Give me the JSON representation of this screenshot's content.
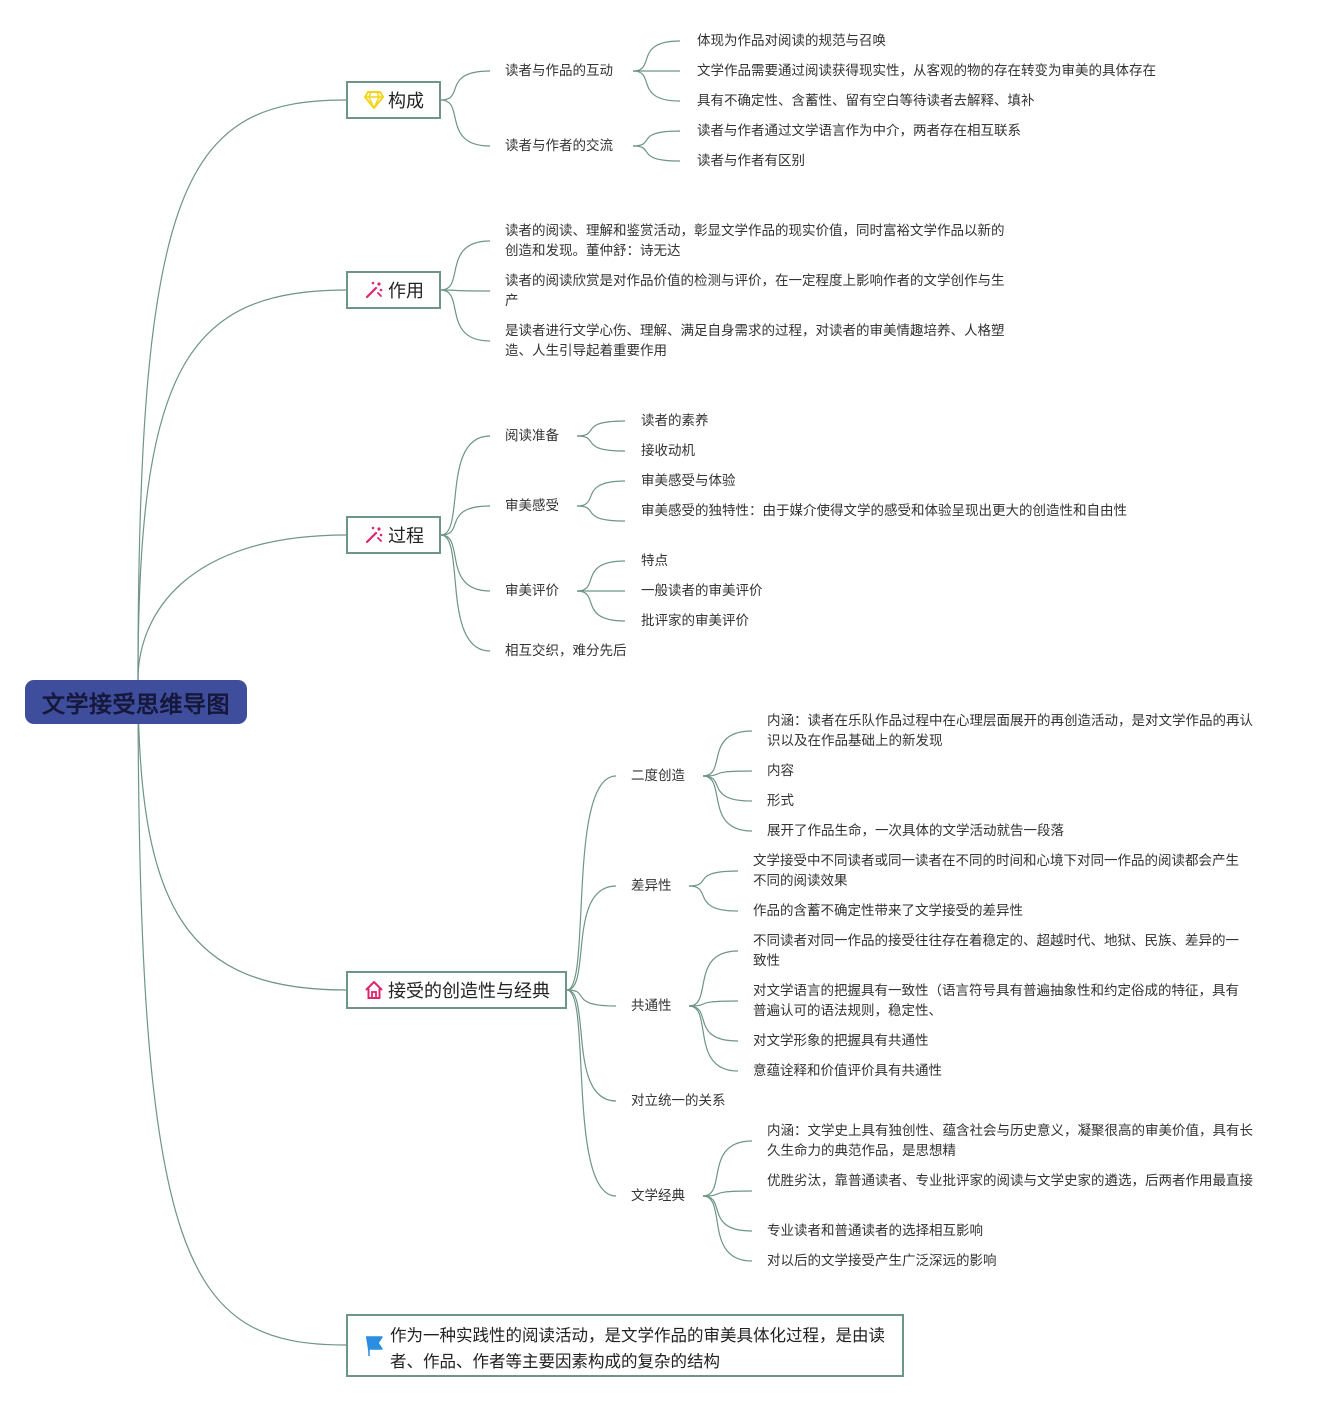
{
  "root": {
    "title": "文学接受思维导图"
  },
  "branches": {
    "goucheng": {
      "label": "构成",
      "icon": "diamond-icon",
      "children": {
        "hudong": {
          "label": "读者与作品的互动",
          "items": [
            "体现为作品对阅读的规范与召唤",
            "文学作品需要通过阅读获得现实性，从客观的物的存在转变为审美的具体存在",
            "具有不确定性、含蓄性、留有空白等待读者去解释、填补"
          ]
        },
        "jiaoliu": {
          "label": "读者与作者的交流",
          "items": [
            "读者与作者通过文学语言作为中介，两者存在相互联系",
            "读者与作者有区别"
          ]
        }
      }
    },
    "zuoyong": {
      "label": "作用",
      "icon": "magic-wand-icon",
      "items": [
        "读者的阅读、理解和鉴赏活动，彰显文学作品的现实价值，同时富裕文学作品以新的创造和发现。董仲舒：诗无达",
        "读者的阅读欣赏是对作品价值的检测与评价，在一定程度上影响作者的文学创作与生产",
        "是读者进行文学心伤、理解、满足自身需求的过程，对读者的审美情趣培养、人格塑造、人生引导起着重要作用"
      ]
    },
    "guocheng": {
      "label": "过程",
      "icon": "magic-wand-icon",
      "children": {
        "zhunbei": {
          "label": "阅读准备",
          "items": [
            "读者的素养",
            "接收动机"
          ]
        },
        "ganshou": {
          "label": "审美感受",
          "items": [
            "审美感受与体验",
            "审美感受的独特性：由于媒介使得文学的感受和体验呈现出更大的创造性和自由性"
          ]
        },
        "pingjia": {
          "label": "审美评价",
          "items": [
            "特点",
            "一般读者的审美评价",
            "批评家的审美评价"
          ]
        },
        "jiaozhi": {
          "label": "相互交织，难分先后"
        }
      }
    },
    "chuangzao": {
      "label": "接受的创造性与经典",
      "icon": "house-icon",
      "children": {
        "erdu": {
          "label": "二度创造",
          "items": [
            "内涵：读者在乐队作品过程中在心理层面展开的再创造活动，是对文学作品的再认识以及在作品基础上的新发现",
            "内容",
            "形式",
            "展开了作品生命，一次具体的文学活动就告一段落"
          ]
        },
        "chayi": {
          "label": "差异性",
          "items": [
            "文学接受中不同读者或同一读者在不同的时间和心境下对同一作品的阅读都会产生不同的阅读效果",
            "作品的含蓄不确定性带来了文学接受的差异性"
          ]
        },
        "gongtong": {
          "label": "共通性",
          "items": [
            "不同读者对同一作品的接受往往存在着稳定的、超越时代、地狱、民族、差异的一致性",
            "对文学语言的把握具有一致性（语言符号具有普遍抽象性和约定俗成的特征，具有普遍认可的语法规则，稳定性、",
            "对文学形象的把握具有共通性",
            "意蕴诠释和价值评价具有共通性"
          ]
        },
        "duili": {
          "label": "对立统一的关系"
        },
        "jingdian": {
          "label": "文学经典",
          "items": [
            "内涵：文学史上具有独创性、蕴含社会与历史意义，凝聚很高的审美价值，具有长久生命力的典范作品，是思想精",
            "优胜劣汰，靠普通读者、专业批评家的阅读与文学史家的遴选，后两者作用最直接",
            "专业读者和普通读者的选择相互影响",
            "对以后的文学接受产生广泛深远的影响"
          ]
        }
      }
    },
    "dingyi": {
      "label": "作为一种实践性的阅读活动，是文学作品的审美具体化过程，是由读者、作品、作者等主要因素构成的复杂的结构",
      "icon": "flag-icon"
    }
  },
  "colors": {
    "root_bg": "#3f4e9c",
    "line": "#6e9585",
    "wand": "#e2246e",
    "house": "#e2246e",
    "diamond": "#f5d417",
    "flag": "#2a8fe0"
  }
}
